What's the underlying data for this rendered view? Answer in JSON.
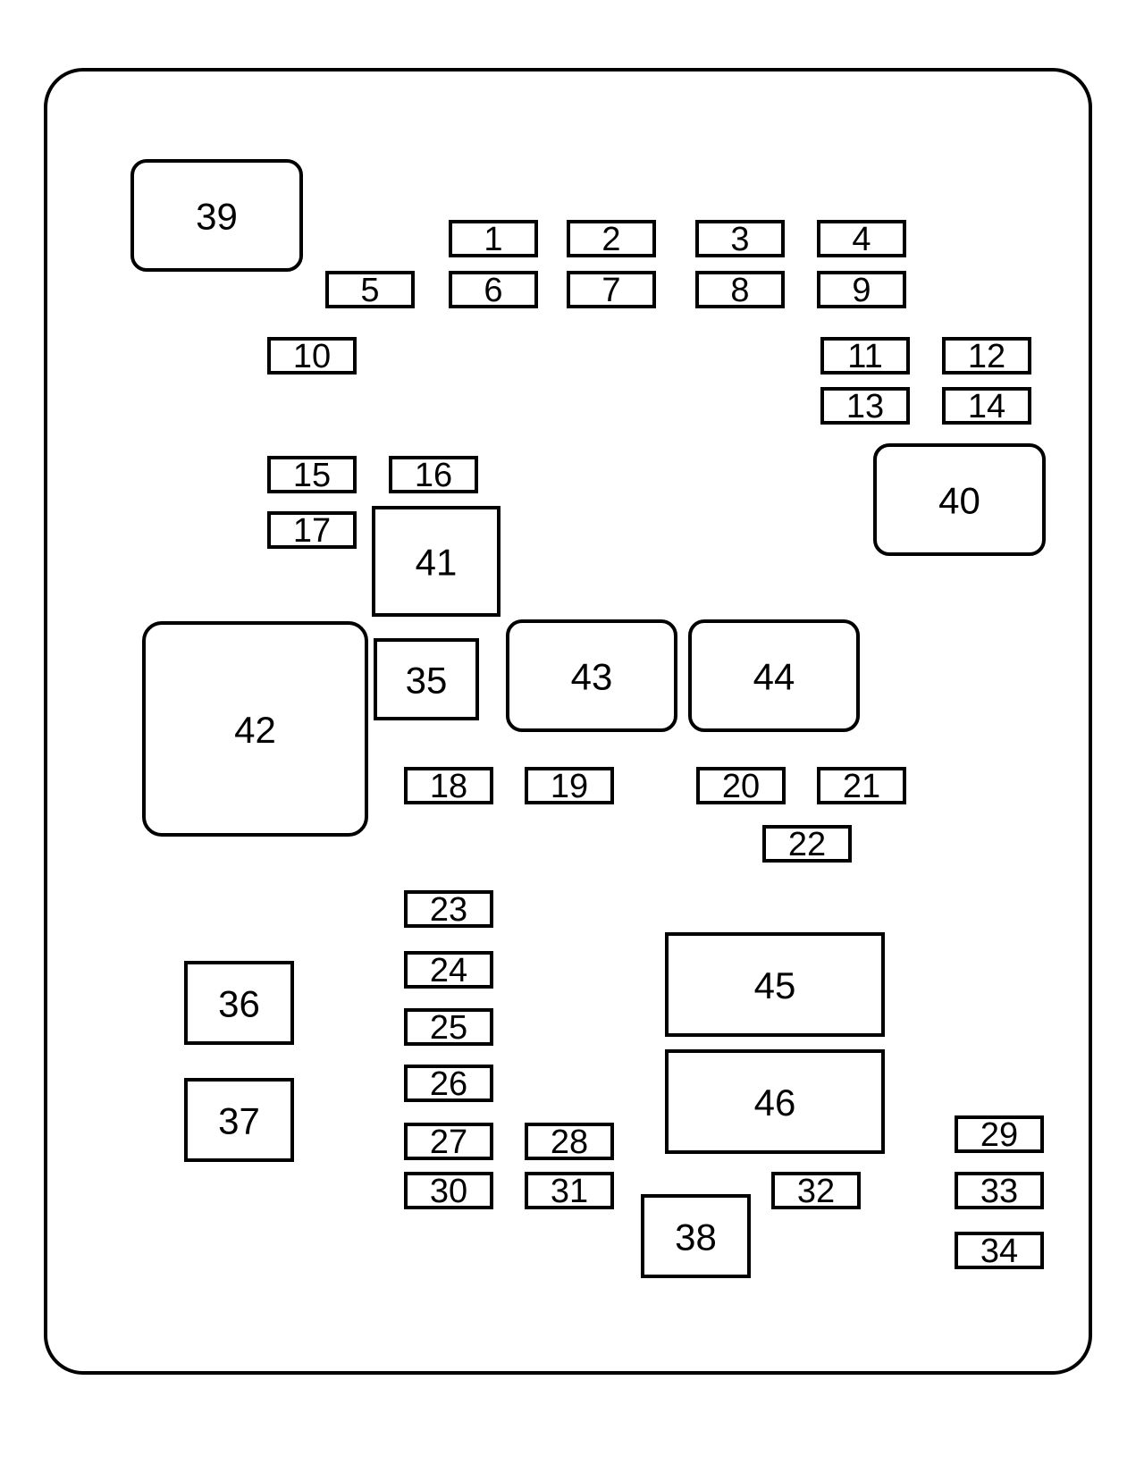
{
  "panel": {
    "stroke_color": "#000000",
    "fill_color": "#ffffff"
  },
  "components": [
    {
      "id": "c1",
      "label": "1"
    },
    {
      "id": "c2",
      "label": "2"
    },
    {
      "id": "c3",
      "label": "3"
    },
    {
      "id": "c4",
      "label": "4"
    },
    {
      "id": "c5",
      "label": "5"
    },
    {
      "id": "c6",
      "label": "6"
    },
    {
      "id": "c7",
      "label": "7"
    },
    {
      "id": "c8",
      "label": "8"
    },
    {
      "id": "c9",
      "label": "9"
    },
    {
      "id": "c10",
      "label": "10"
    },
    {
      "id": "c11",
      "label": "11"
    },
    {
      "id": "c12",
      "label": "12"
    },
    {
      "id": "c13",
      "label": "13"
    },
    {
      "id": "c14",
      "label": "14"
    },
    {
      "id": "c15",
      "label": "15"
    },
    {
      "id": "c16",
      "label": "16"
    },
    {
      "id": "c17",
      "label": "17"
    },
    {
      "id": "c18",
      "label": "18"
    },
    {
      "id": "c19",
      "label": "19"
    },
    {
      "id": "c20",
      "label": "20"
    },
    {
      "id": "c21",
      "label": "21"
    },
    {
      "id": "c22",
      "label": "22"
    },
    {
      "id": "c23",
      "label": "23"
    },
    {
      "id": "c24",
      "label": "24"
    },
    {
      "id": "c25",
      "label": "25"
    },
    {
      "id": "c26",
      "label": "26"
    },
    {
      "id": "c27",
      "label": "27"
    },
    {
      "id": "c28",
      "label": "28"
    },
    {
      "id": "c29",
      "label": "29"
    },
    {
      "id": "c30",
      "label": "30"
    },
    {
      "id": "c31",
      "label": "31"
    },
    {
      "id": "c32",
      "label": "32"
    },
    {
      "id": "c33",
      "label": "33"
    },
    {
      "id": "c34",
      "label": "34"
    },
    {
      "id": "c35",
      "label": "35"
    },
    {
      "id": "c36",
      "label": "36"
    },
    {
      "id": "c37",
      "label": "37"
    },
    {
      "id": "c38",
      "label": "38"
    },
    {
      "id": "c39",
      "label": "39"
    },
    {
      "id": "c40",
      "label": "40"
    },
    {
      "id": "c41",
      "label": "41"
    },
    {
      "id": "c42",
      "label": "42"
    },
    {
      "id": "c43",
      "label": "43"
    },
    {
      "id": "c44",
      "label": "44"
    },
    {
      "id": "c45",
      "label": "45"
    },
    {
      "id": "c46",
      "label": "46"
    }
  ]
}
